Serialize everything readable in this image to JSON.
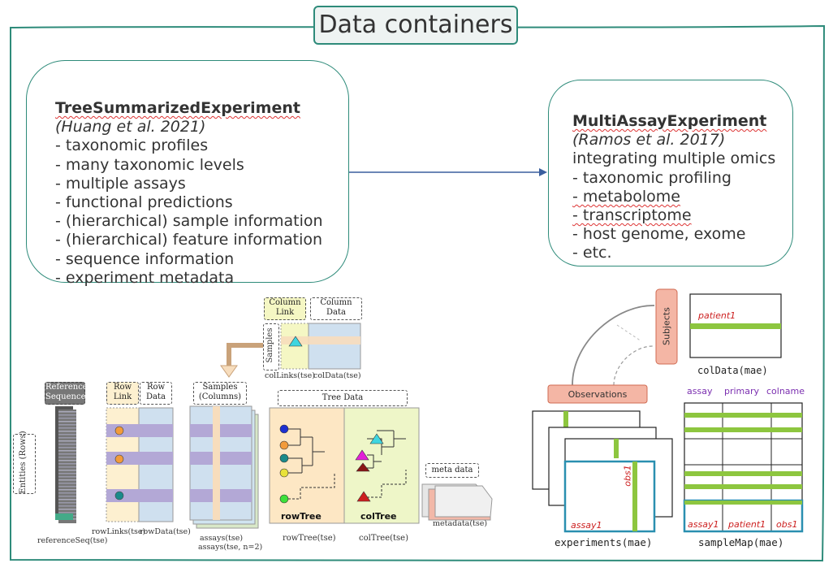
{
  "title": "Data containers",
  "tse": {
    "name": "TreeSummarizedExperiment",
    "citation": "(Huang et al. 2021)",
    "items": [
      "- taxonomic profiles",
      "- many taxonomic levels",
      "- multiple assays",
      "- functional predictions",
      "- (hierarchical) sample information",
      "- (hierarchical) feature information",
      "- sequence information",
      "- experiment metadata"
    ]
  },
  "mae": {
    "name": "MultiAssayExperiment",
    "citation": "(Ramos et al. 2017)",
    "subtitle": "integrating multiple omics",
    "items": [
      "- taxonomic profiling",
      "- metabolome",
      "- transcriptome",
      "- host genome, exome",
      "- etc."
    ]
  },
  "tse_diagram": {
    "reference_sequence": "Reference Sequence",
    "entities": "Entities (Rows)",
    "row_link": "Row Link",
    "row_data": "Row Data",
    "samples_columns": "Samples (Columns)",
    "column_link": "Column Link",
    "column_data": "Column Data",
    "samples": "Samples",
    "tree_data": "Tree Data",
    "row_tree_label": "rowTree",
    "col_tree_label": "colTree",
    "meta_data": "meta data",
    "reference_seq_fn": "referenceSeq(tse)",
    "row_links_fn": "rowLinks(tse)",
    "row_data_fn": "rowData(tse)",
    "assays_fn": "assays(tse)",
    "assays_n_fn": "assays(tse, n=2)",
    "col_links_fn": "colLinks(tse)",
    "col_data_fn": "colData(tse)",
    "row_tree_fn": "rowTree(tse)",
    "col_tree_fn": "colTree(tse)",
    "metadata_fn": "metadata(tse)"
  },
  "mae_diagram": {
    "subjects": "Subjects",
    "observations": "Observations",
    "patient1": "patient1",
    "coldata_fn": "colData(mae)",
    "col_assay": "assay",
    "col_primary": "primary",
    "col_colname": "colname",
    "obs1": "obs1",
    "assay1": "assay1",
    "experiments_fn": "experiments(mae)",
    "samplemap_fn": "sampleMap(mae)"
  },
  "colors": {
    "teal": "#2e8b7a",
    "arrow_blue": "#3a5f9e",
    "salmon": "#f4b6a5",
    "green_bar": "#8dc63f",
    "purple": "#7b2fb0",
    "dark_red": "#cc1f1f"
  }
}
